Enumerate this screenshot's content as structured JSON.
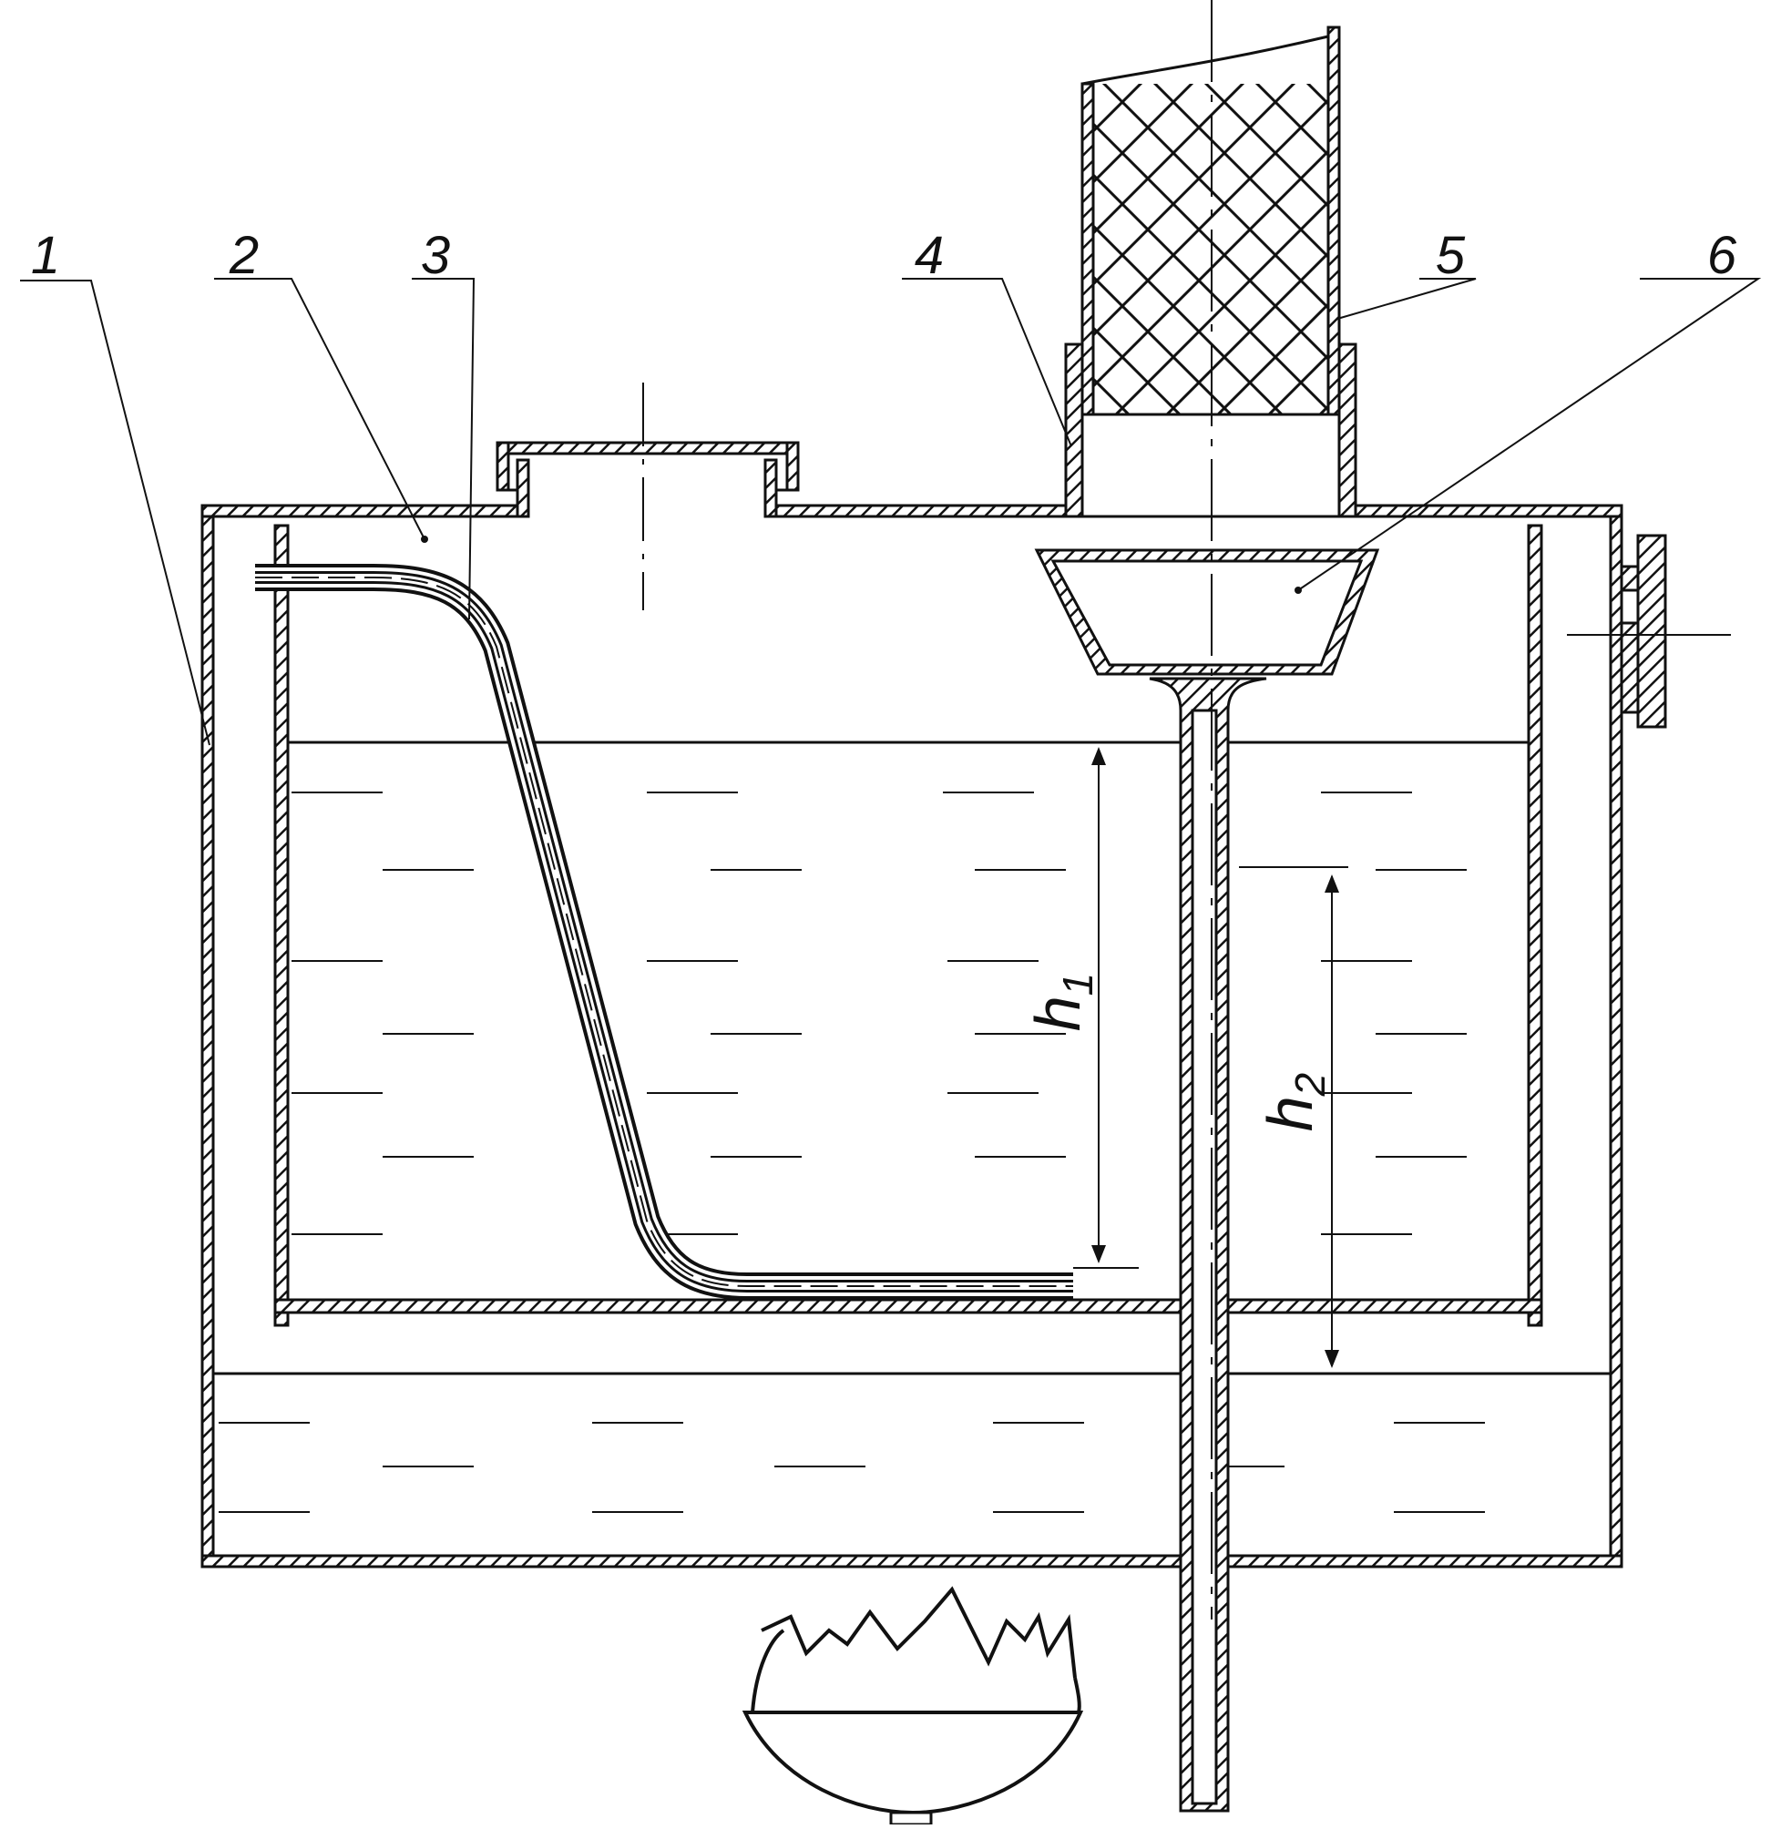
{
  "labels": {
    "l1": "1",
    "l2": "2",
    "l3": "3",
    "l4": "4",
    "l5": "5",
    "l6": "6"
  },
  "dimensions": {
    "h1_letter": "h",
    "h1_sub": "1",
    "h2_letter": "h",
    "h2_sub": "2"
  },
  "colors": {
    "line": "#111111",
    "hatch_fill": "#111111"
  },
  "icons": {
    "burner": "flame-burner-icon"
  }
}
